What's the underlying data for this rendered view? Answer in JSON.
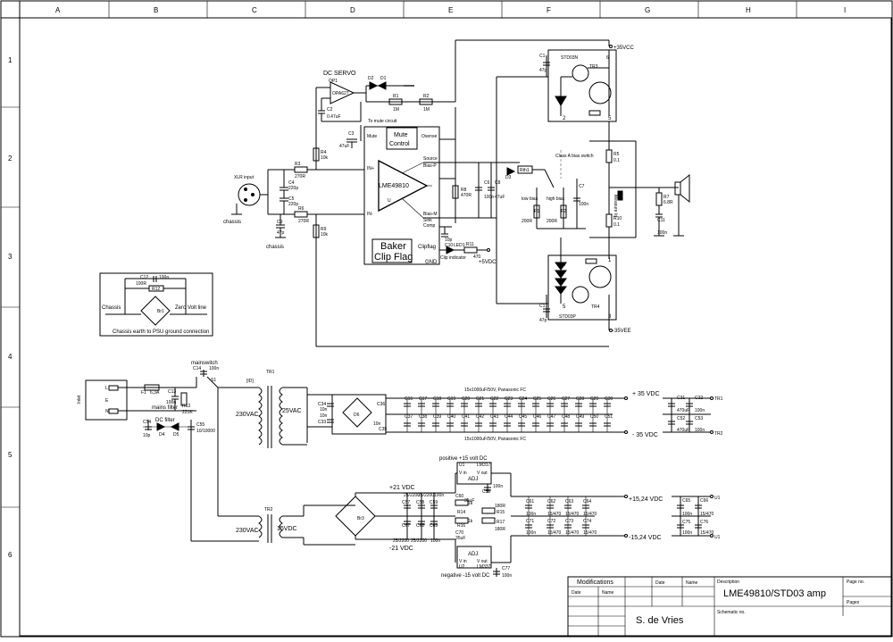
{
  "grid": {
    "cols": [
      "A",
      "B",
      "C",
      "D",
      "E",
      "F",
      "G",
      "H",
      "I"
    ],
    "rows": [
      "1",
      "2",
      "3",
      "4",
      "5",
      "6"
    ]
  },
  "titleblock": {
    "modifications": "Modifications",
    "date": "Date",
    "name": "Name",
    "date2": "Date",
    "name2": "Name",
    "description_label": "Description",
    "description": "LME49810/STD03 amp",
    "page_no": "Page no.",
    "pages": "Pages",
    "author": "S. de Vries",
    "schematic_no": "Schematic no."
  },
  "amp": {
    "dc_servo": "DC SERVO",
    "op1": "OP1",
    "opa": "OPA627",
    "d2": "D2",
    "d1": "D1",
    "r1": "R1",
    "r1v": "1M",
    "r2": "R2",
    "r2v": "1M",
    "c2": "C2",
    "c2v": "0.47uF",
    "c3": "C3",
    "c3v": "47uF",
    "to_mute": "To mute circuit",
    "mute": "Mute",
    "mute_ctrl": "Mute\nControl",
    "mute_l1": "Mute",
    "mute_l2": "Control",
    "osense": "Osense",
    "source": "Source",
    "biasp": "Bias-P",
    "biasm": "Bias-M",
    "sink": "Sink",
    "comp": "Comp",
    "chip": "LME49810",
    "u": "U",
    "inp": "IN+",
    "inm": "IN-",
    "baker1": "Baker",
    "baker2": "Clip Flag",
    "clipflag": "Clipflag",
    "gnd": "GND",
    "xlr": "XLR input",
    "chassis1": "chassis",
    "chassis2": "chassis",
    "r3": "R3",
    "r3v": "270R",
    "c4": "C4",
    "c4v": "220p",
    "c5": "C5",
    "c5v": "220p",
    "c9": "C9",
    "c9v": "47p",
    "r4": "R4",
    "r4v": "10k",
    "r6": "R6",
    "r6v": "270R",
    "r9": "R9",
    "r9v": "10k",
    "r8": "R8",
    "r8v": "470R",
    "c6": "C6",
    "c6v": "100n",
    "c8": "C8",
    "c8v": "47uF",
    "c10": "C10",
    "c10v": "10p",
    "led": "LED1",
    "clip_ind": "Clip indicator",
    "r11": "R11",
    "r11v": "470",
    "plus5": "+5VDC",
    "d3": "D3",
    "rth": "Rth1",
    "classA": "Class A bias switch",
    "lowbias": "low bias",
    "highbias": "high bias",
    "p1": "P1",
    "p1v": "200R",
    "p2": "P2",
    "p2v": "200R",
    "c7": "C7",
    "c7v": "100n",
    "vcc": "+35VCC",
    "vee": "-35VEE",
    "std03n": "STD03N",
    "std03p": "STD03P",
    "tr3": "TR3",
    "tr4": "TR4",
    "c1": "C1",
    "c1v": "47p",
    "c11b": "C1",
    "c11bv": "47p",
    "r5": "R5",
    "r5v": "0.1",
    "r10": "R10",
    "r10v": "0.1",
    "r7": "R7",
    "r7v": "6.8R",
    "c11": "C11",
    "c11v": "100n",
    "measure": "Measure Iq",
    "pin2": "2",
    "pin5": "5",
    "pin4": "4",
    "pin3": "3",
    "pin1": "1",
    "pin6": "6",
    "chassis_note": "Chassis earth to PSU ground connection",
    "chassis_lbl": "Chassis",
    "zero_volt": "Zero Volt line",
    "c12": "C12",
    "c12v": "100n",
    "r12": "R12",
    "r12v": "100R",
    "br1": "Br1"
  },
  "psu": {
    "inlet": "Inlet",
    "l": "L",
    "n": "N",
    "e": "E",
    "f1": "F1",
    "f1v": "6,3A",
    "mainsfilter": "mains filter",
    "dcfilter": "DC filter",
    "c13": "C13",
    "c13v": "100n",
    "r13": "R13",
    "r13v": "221K",
    "c14": "C14",
    "c14v": "100n",
    "mainswitch": "mainswitch",
    "s1": "S1",
    "c54": "C54",
    "c54v": "10p",
    "c55": "C55",
    "c55v": "10/10000",
    "d4": "D4",
    "d5": "D5",
    "tr1": "TR1",
    "tr1p": "230VAC",
    "tr1s": "25VAC",
    "ld": "[ID]",
    "c34": "C34",
    "c34v": "10n",
    "c33": "C33",
    "c33v": "10n",
    "c36": "C36",
    "c36v": "10n",
    "c35": "C35",
    "c35v": "10n",
    "d6": "D6",
    "bank_top": "15x1000uF/50V, Panasonic FC",
    "bank_bot": "15x1000uF/50V, Panasonic FC",
    "caps_top": [
      "C16",
      "C17",
      "C18",
      "C19",
      "C20",
      "C21",
      "C22",
      "C23",
      "C24",
      "C25",
      "C26",
      "C27",
      "C28",
      "C29",
      "C30"
    ],
    "caps_bot": [
      "C37",
      "C38",
      "C39",
      "C40",
      "C41",
      "C42",
      "C43",
      "C44",
      "C45",
      "C46",
      "C47",
      "C48",
      "C49",
      "C50",
      "C51"
    ],
    "p35": "+ 35 VDC",
    "m35": "- 35 VDC",
    "c31": "C31",
    "c31v": "470uF",
    "c32": "C32",
    "c32v": "100n",
    "c52": "C52",
    "c52v": "470uF",
    "c53": "C53",
    "c53v": "100n",
    "tr1out": "TR1",
    "tr2out": "TR2",
    "tr2": "TR2",
    "tr2p": "230VAC",
    "tr2s": "15VDC",
    "br3": "Br3",
    "p21": "+21 VDC",
    "m21": "-21 VDC",
    "c57": "C57",
    "c58": "C58",
    "c59": "C59",
    "c67": "C67",
    "c68": "C68",
    "c69": "C69",
    "cv1": "25/2200",
    "cv2": "25/2200",
    "cv3": "100n",
    "pos15": "positive +15 volt DC",
    "neg15": "negative -15 volt DC",
    "lm317": "LM317",
    "lm337": "LM337",
    "u1": "U1",
    "u2": "U2",
    "adj": "ADJ",
    "vin": "V in",
    "vout": "V out",
    "c56": "C56",
    "c56v": "100n",
    "c60": "C60",
    "c60v": "35uF",
    "c70": "C70",
    "c70v": "35uF",
    "r14": "R14",
    "r14v": "1k",
    "r15": "R15",
    "r15v": "180R",
    "r16": "R16",
    "r16v": "1k",
    "r17": "R17",
    "r17v": "180R",
    "c77": "C77",
    "c77v": "100n",
    "caps15p": [
      "C61",
      "C62",
      "C63",
      "C64"
    ],
    "caps15m": [
      "C71",
      "C72",
      "C73",
      "C74"
    ],
    "cvals15": [
      "100n",
      "15/470",
      "15/470",
      "15/470"
    ],
    "p15": "+15,24 VDC",
    "m15": "-15,24 VDC",
    "c65": "C65",
    "c66": "C66",
    "c75": "C75",
    "c76": "C76",
    "c65v": "100n",
    "c66v": "15/470",
    "u1out": "U1"
  }
}
